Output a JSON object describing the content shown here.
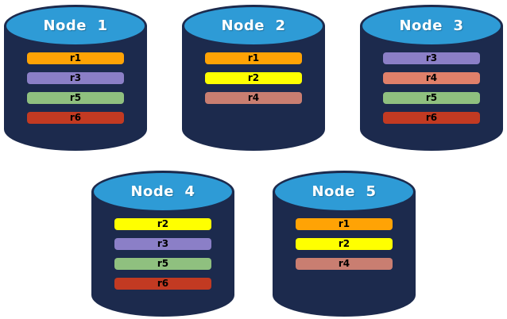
{
  "colors": {
    "background": "#FFFFFF",
    "cylinder_body": "#1C2A4D",
    "cylinder_top": "#2E9BD6",
    "title_text": "#FFFFFF",
    "bar_text": "#000000"
  },
  "replica_palette": {
    "r1": "#FFA305",
    "r2": "#FFFF00",
    "r3": "#8B7FC7",
    "r4": "#CE7E6E",
    "r5": "#8FC07F",
    "r6": "#C23A22"
  },
  "nodes": [
    {
      "title": "Node  1",
      "row": 1,
      "bars": [
        {
          "label": "r1",
          "color": "#FFA305"
        },
        {
          "label": "r3",
          "color": "#8B7FC7"
        },
        {
          "label": "r5",
          "color": "#8FC07F"
        },
        {
          "label": "r6",
          "color": "#C23A22"
        }
      ]
    },
    {
      "title": "Node  2",
      "row": 1,
      "bars": [
        {
          "label": "r1",
          "color": "#FFA305"
        },
        {
          "label": "r2",
          "color": "#FFFF00"
        },
        {
          "label": "r4",
          "color": "#C97E71"
        }
      ]
    },
    {
      "title": "Node  3",
      "row": 1,
      "bars": [
        {
          "label": "r3",
          "color": "#8B7FC7"
        },
        {
          "label": "r4",
          "color": "#E0806A"
        },
        {
          "label": "r5",
          "color": "#8FC07F"
        },
        {
          "label": "r6",
          "color": "#C23A22"
        }
      ]
    },
    {
      "title": "Node  4",
      "row": 2,
      "bars": [
        {
          "label": "r2",
          "color": "#FFFF00"
        },
        {
          "label": "r3",
          "color": "#8B7FC7"
        },
        {
          "label": "r5",
          "color": "#8FC07F"
        },
        {
          "label": "r6",
          "color": "#C23A22"
        }
      ]
    },
    {
      "title": "Node  5",
      "row": 2,
      "bars": [
        {
          "label": "r1",
          "color": "#FFA305"
        },
        {
          "label": "r2",
          "color": "#FFFF00"
        },
        {
          "label": "r4",
          "color": "#C97E71"
        }
      ]
    }
  ]
}
